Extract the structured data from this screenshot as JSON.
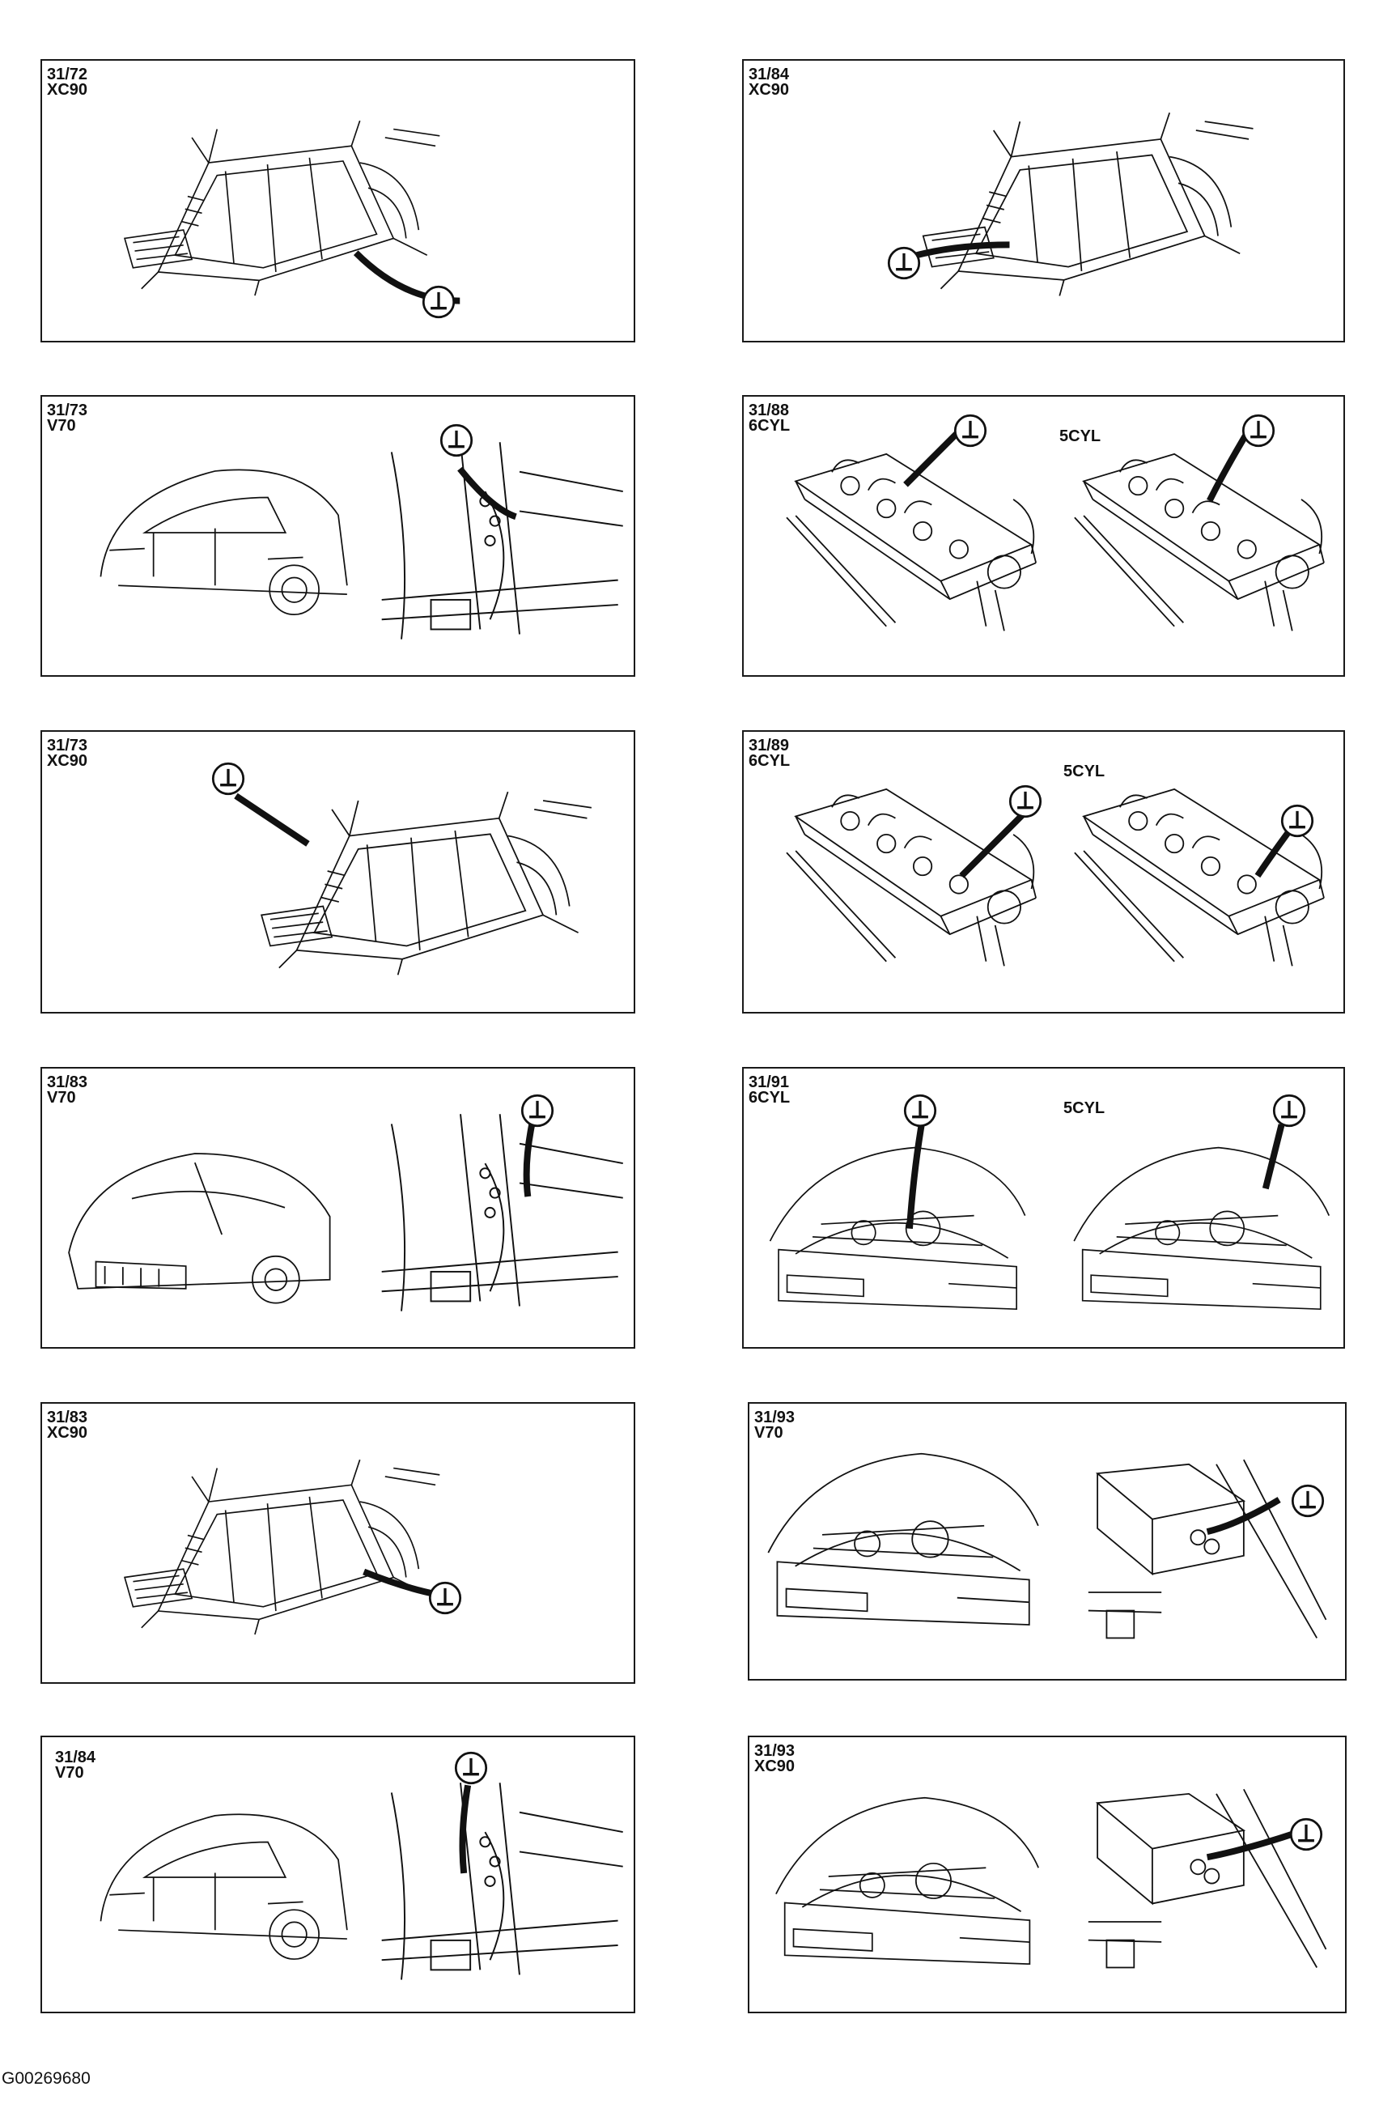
{
  "ground_symbol": "⊥",
  "footer_code": "G00269680",
  "panels": [
    {
      "id": "31/72",
      "model": "XC90"
    },
    {
      "id": "31/84",
      "model": "XC90"
    },
    {
      "id": "31/73",
      "model": "V70"
    },
    {
      "id": "31/88",
      "model": "6CYL",
      "sub_label": "5CYL"
    },
    {
      "id": "31/73",
      "model": "XC90"
    },
    {
      "id": "31/89",
      "model": "6CYL",
      "sub_label": "5CYL"
    },
    {
      "id": "31/83",
      "model": "V70"
    },
    {
      "id": "31/91",
      "model": "6CYL",
      "sub_label": "5CYL"
    },
    {
      "id": "31/83",
      "model": "XC90"
    },
    {
      "id": "31/93",
      "model": "V70"
    },
    {
      "id": "31/84",
      "model": "V70"
    },
    {
      "id": "31/93",
      "model": "XC90"
    }
  ]
}
